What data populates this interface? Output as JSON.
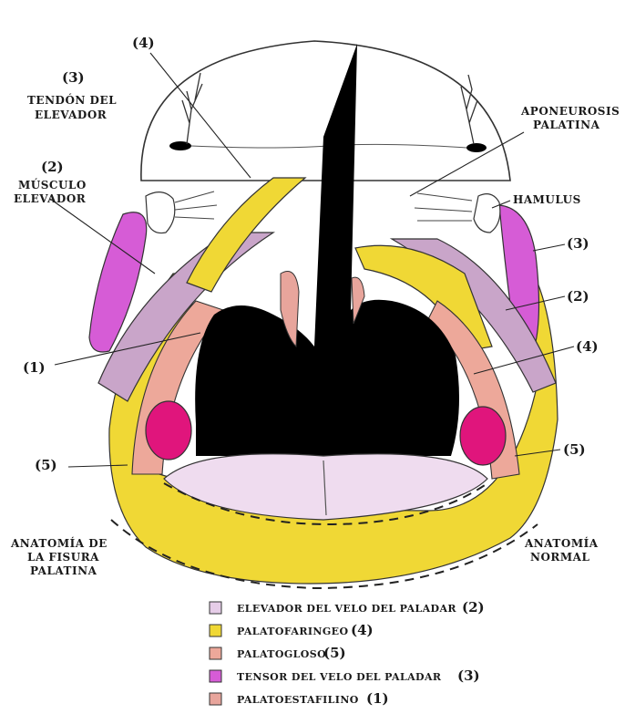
{
  "labels": {
    "num_4_top": "(4)",
    "num_3_left": "(3)",
    "tendon_line1": "TENDÓN DEL",
    "tendon_line2": "ELEVADOR",
    "num_2_left": "(2)",
    "musculo_line1": "MÚSCULO",
    "musculo_line2": "ELEVADOR",
    "num_1_left": "(1)",
    "num_5_left": "(5)",
    "fisura_line1": "ANATOMÍA DE",
    "fisura_line2": "LA FISURA",
    "fisura_line3": "PALATINA",
    "aponeurosis_line1": "APONEUROSIS",
    "aponeurosis_line2": "PALATINA",
    "hamulus": "HAMULUS",
    "num_3_right": "(3)",
    "num_2_right": "(2)",
    "num_4_right": "(4)",
    "num_5_right": "(5)",
    "normal_line1": "ANATOMÍA",
    "normal_line2": "NORMAL"
  },
  "legend": [
    {
      "text": "ELEVADOR DEL VELO DEL PALADAR",
      "num": "(2)",
      "color": "#e6cde8"
    },
    {
      "text": "PALATOFARINGEO",
      "num": "(4)",
      "color": "#f0d835"
    },
    {
      "text": "PALATOGLOSO",
      "num": "(5)",
      "color": "#eda89a"
    },
    {
      "text": "TENSOR DEL VELO DEL PALADAR",
      "num": "(3)",
      "color": "#d65cd6"
    },
    {
      "text": "PALATOESTAFILINO",
      "num": "(1)",
      "color": "#e8a59c"
    }
  ],
  "colors": {
    "elevador": "#c9a5c9",
    "palatofaringeo": "#f0d835",
    "palatogloso": "#eda89a",
    "tensor": "#d65cd6",
    "palatoestafilino": "#e8a59c",
    "tonsil": "#e0157c",
    "tongue": "#efdcef",
    "cavity": "#000000"
  }
}
